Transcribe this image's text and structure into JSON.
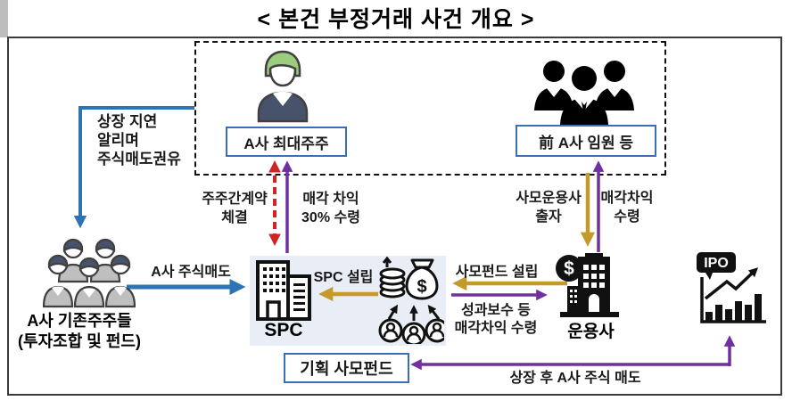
{
  "title": "< 본건 부정거래 사건 개요 >",
  "colors": {
    "blue": "#2e74b5",
    "gold": "#c49b2b",
    "purple": "#7030a0",
    "red": "#d12424",
    "box-border": "#3b6fb5",
    "panel": "#e9edf6",
    "outline": "#3a3a3a",
    "navy": "#47536b",
    "gray-body": "#bfbfbf",
    "green": "#9ccd7f"
  },
  "nodes": {
    "largest_shareholder": {
      "label": "A사 최대주주"
    },
    "former_executives": {
      "label": "前 A사 임원 등"
    },
    "existing_shareholders": {
      "label_line1": "A사 기존주주들",
      "label_line2": "(투자조합 및 펀드)"
    },
    "spc": {
      "label": "SPC"
    },
    "management_company": {
      "label": "운용사"
    },
    "planned_private_fund": {
      "label": "기획 사모펀드"
    },
    "ipo": {
      "label": "IPO"
    }
  },
  "edges": {
    "listing_delay_solicit": {
      "line1": "상장 지연",
      "line2": "알리며",
      "line3": "주식매도권유"
    },
    "stock_sale": {
      "label": "A사 주식매도"
    },
    "shareholder_agreement": {
      "line1": "주주간계약",
      "line2": "체결"
    },
    "profit_30_percent": {
      "line1": "매각 차익",
      "line2": "30% 수령"
    },
    "spc_establishment": {
      "label": "SPC 설립"
    },
    "private_fund_establishment": {
      "label": "사모펀드 설립"
    },
    "performance_fee": {
      "line1": "성과보수 등",
      "line2": "매각차익 수령"
    },
    "pe_manager_investment": {
      "line1": "사모운용사",
      "line2": "출자"
    },
    "sale_profit_receive": {
      "line1": "매각차익",
      "line2": "수령"
    },
    "post_listing_sale": {
      "label": "상장 후 A사 주식 매도"
    }
  }
}
